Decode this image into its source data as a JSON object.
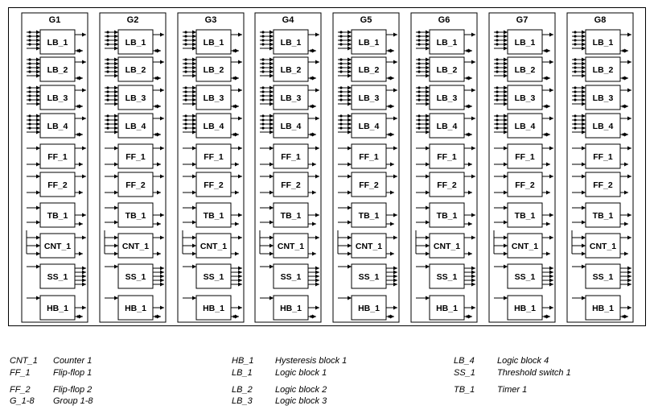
{
  "groups": [
    "G1",
    "G2",
    "G3",
    "G4",
    "G5",
    "G6",
    "G7",
    "G8"
  ],
  "blocks": [
    {
      "label": "LB_1",
      "kind": "logic"
    },
    {
      "label": "LB_2",
      "kind": "logic"
    },
    {
      "label": "LB_3",
      "kind": "logic"
    },
    {
      "label": "LB_4",
      "kind": "logic"
    },
    {
      "label": "FF_1",
      "kind": "flipflop"
    },
    {
      "label": "FF_2",
      "kind": "flipflop"
    },
    {
      "label": "TB_1",
      "kind": "timer"
    },
    {
      "label": "CNT_1",
      "kind": "counter"
    },
    {
      "label": "SS_1",
      "kind": "switch"
    },
    {
      "label": "HB_1",
      "kind": "hysteresis"
    }
  ],
  "legend": [
    {
      "code": "CNT_1",
      "text": "Counter 1"
    },
    {
      "code": "FF_1",
      "text": "Flip-flop 1"
    },
    {
      "code": "FF_2",
      "text": "Flip-flop 2"
    },
    {
      "code": "G_1-8",
      "text": "Group 1-8"
    },
    {
      "code": "HB_1",
      "text": "Hysteresis block 1"
    },
    {
      "code": "LB_1",
      "text": "Logic block 1"
    },
    {
      "code": "LB_2",
      "text": "Logic block 2"
    },
    {
      "code": "LB_3",
      "text": "Logic block 3"
    },
    {
      "code": "LB_4",
      "text": "Logic block 4"
    },
    {
      "code": "SS_1",
      "text": "Threshold switch 1"
    },
    {
      "code": "TB_1",
      "text": "Timer 1"
    }
  ]
}
